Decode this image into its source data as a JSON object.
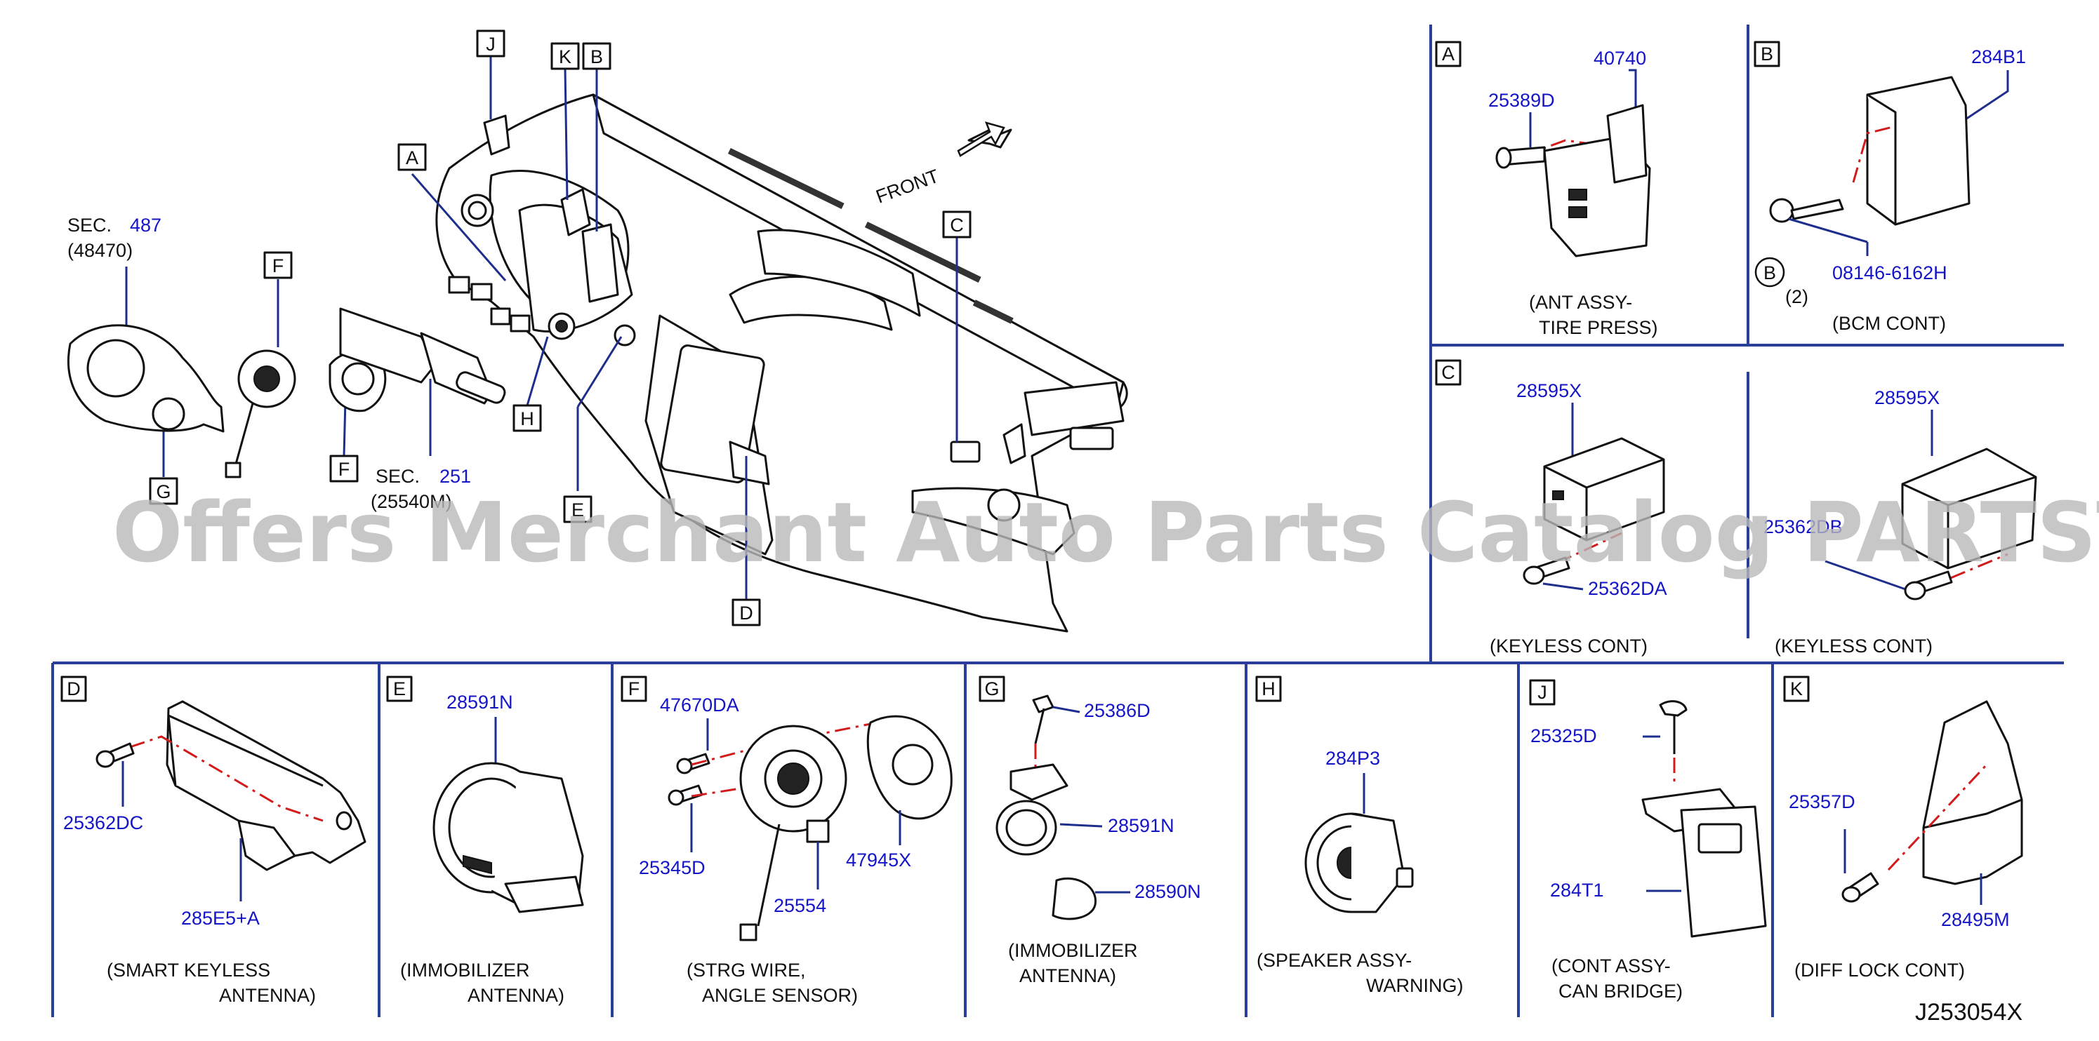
{
  "main": {
    "callouts": [
      "A",
      "B",
      "C",
      "D",
      "E",
      "F",
      "G",
      "H",
      "J",
      "K"
    ],
    "sec_487_prefix": "SEC.",
    "sec_487_num": "487",
    "sec_487_sub": "(48470)",
    "sec_251_prefix": "SEC.",
    "sec_251_num": "251",
    "sec_251_sub": "(25540M)",
    "front": "FRONT"
  },
  "panels": {
    "A": {
      "letter": "A",
      "parts": [
        "40740",
        "25389D"
      ],
      "caption": [
        "(ANT   ASSY-",
        "TIRE   PRESS)"
      ]
    },
    "B": {
      "letter": "B",
      "parts": [
        "284B1",
        "08146-6162H"
      ],
      "bolt_mark": "B",
      "qty": "(2)",
      "caption": [
        "(BCM   CONT)"
      ]
    },
    "C1": {
      "letter": "C",
      "parts": [
        "28595X",
        "25362DA"
      ],
      "caption": [
        "(KEYLESS   CONT)"
      ]
    },
    "C2": {
      "parts": [
        "28595X",
        "25362DB"
      ],
      "caption": [
        "(KEYLESS   CONT)"
      ]
    },
    "D": {
      "letter": "D",
      "parts": [
        "25362DC",
        "285E5+A"
      ],
      "caption": [
        "(SMART   KEYLESS",
        "ANTENNA)"
      ]
    },
    "E": {
      "letter": "E",
      "parts": [
        "28591N"
      ],
      "caption": [
        "(IMMOBILIZER",
        "ANTENNA)"
      ]
    },
    "F": {
      "letter": "F",
      "parts": [
        "47670DA",
        "25345D",
        "25554",
        "47945X"
      ],
      "caption": [
        "(STRG   WIRE,",
        "ANGLE   SENSOR)"
      ]
    },
    "G": {
      "letter": "G",
      "parts": [
        "25386D",
        "28591N",
        "28590N"
      ],
      "caption": [
        "(IMMOBILIZER",
        "ANTENNA)"
      ]
    },
    "H": {
      "letter": "H",
      "parts": [
        "284P3"
      ],
      "caption": [
        "(SPEAKER   ASSY-",
        "WARNING)"
      ]
    },
    "J": {
      "letter": "J",
      "parts": [
        "25325D",
        "284T1"
      ],
      "caption": [
        "(CONT   ASSY-",
        "CAN   BRIDGE)"
      ]
    },
    "K": {
      "letter": "K",
      "parts": [
        "25357D",
        "28495M"
      ],
      "caption": [
        "(DIFF   LOCK   CONT)"
      ]
    }
  },
  "watermark": "Offers Merchant Auto Parts Catalog PARTSTORE.SA",
  "diagram_code": "J253054X",
  "colors": {
    "part_number": "#1515c8",
    "divider": "#2a3f9a",
    "guide_line": "#d21b1b",
    "watermark": "#b9b9b9"
  }
}
